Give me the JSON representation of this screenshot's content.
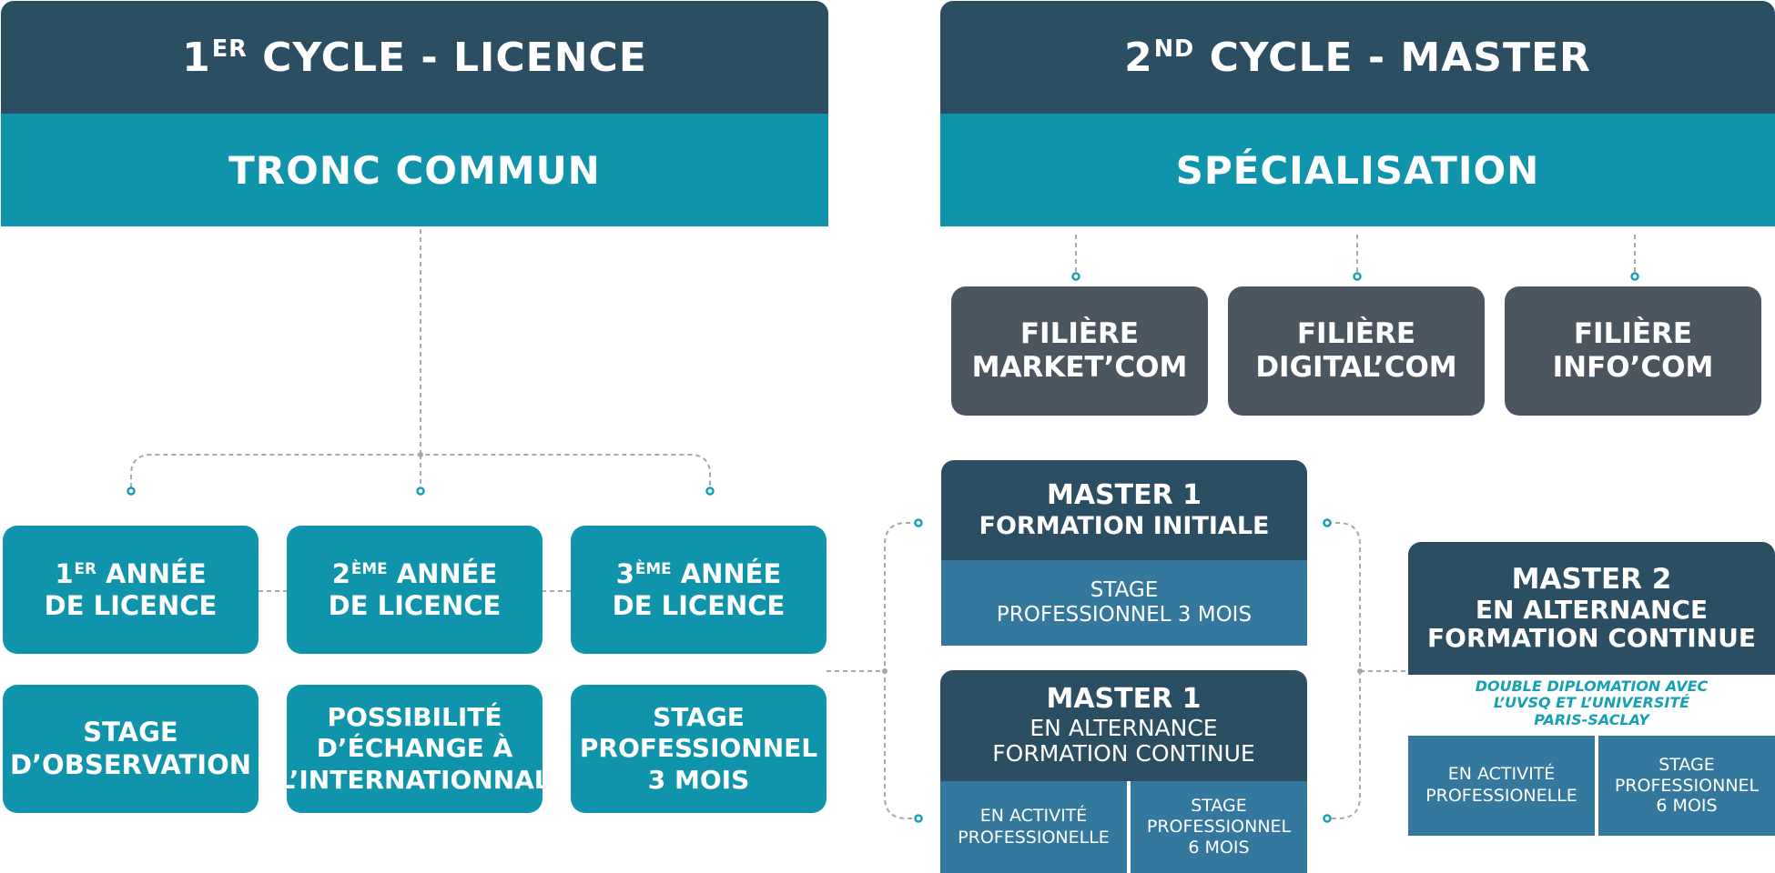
{
  "licence": {
    "title_prefix": "1",
    "title_sup": "ER",
    "title_suffix": " CYCLE - LICENCE",
    "tronc": "TRONC COMMUN",
    "years": [
      {
        "num": "1",
        "sup": "ER",
        "word": " ANNÉE",
        "line2": "DE LICENCE"
      },
      {
        "num": "2",
        "sup": "ÈME",
        "word": " ANNÉE",
        "line2": "DE LICENCE"
      },
      {
        "num": "3",
        "sup": "ÈME",
        "word": " ANNÉE",
        "line2": "DE LICENCE"
      }
    ],
    "activities": [
      {
        "lines": [
          "STAGE",
          "D’OBSERVATION"
        ]
      },
      {
        "lines": [
          "POSSIBILITÉ",
          "D’ÉCHANGE À",
          "L’INTERNATIONNAL"
        ]
      },
      {
        "lines": [
          "STAGE",
          "PROFESSIONNEL",
          "3 MOIS"
        ]
      }
    ]
  },
  "master": {
    "title_prefix": "2",
    "title_sup": "ND",
    "title_suffix": " CYCLE - MASTER",
    "specialisation": "SPÉCIALISATION",
    "filieres": [
      {
        "line1": "FILIÈRE",
        "line2": "MARKET’COM"
      },
      {
        "line1": "FILIÈRE",
        "line2": "DIGITAL’COM"
      },
      {
        "line1": "FILIÈRE",
        "line2": "INFO’COM"
      }
    ],
    "m1_initiale": {
      "line1": "MASTER 1",
      "line2": "FORMATION INITIALE",
      "stage_line1": "STAGE",
      "stage_line2": "PROFESSIONNEL 3 MOIS"
    },
    "m1_alternance": {
      "line1": "MASTER 1",
      "line2": "EN ALTERNANCE",
      "line3": "FORMATION CONTINUE",
      "left_line1": "EN ACTIVITÉ",
      "left_line2": "PROFESSIONELLE",
      "right_line1": "STAGE",
      "right_line2": "PROFESSIONNEL",
      "right_line3": "6 MOIS"
    },
    "m2": {
      "line1": "MASTER 2",
      "line2": "EN ALTERNANCE",
      "line3": "FORMATION CONTINUE",
      "note_line1": "DOUBLE DIPLOMATION AVEC",
      "note_line2": "L’UVSQ ET L’UNIVERSITÉ",
      "note_line3": "PARIS-SACLAY",
      "left_line1": "EN ACTIVITÉ",
      "left_line2": "PROFESSIONELLE",
      "right_line1": "STAGE",
      "right_line2": "PROFESSIONNEL",
      "right_line3": "6 MOIS"
    }
  },
  "colors": {
    "dark": "#2c4e62",
    "teal": "#0f94ab",
    "gray": "#4b5660",
    "steel": "#34789e",
    "connector": "#a8a8a8",
    "dot": "#16a0b4"
  }
}
